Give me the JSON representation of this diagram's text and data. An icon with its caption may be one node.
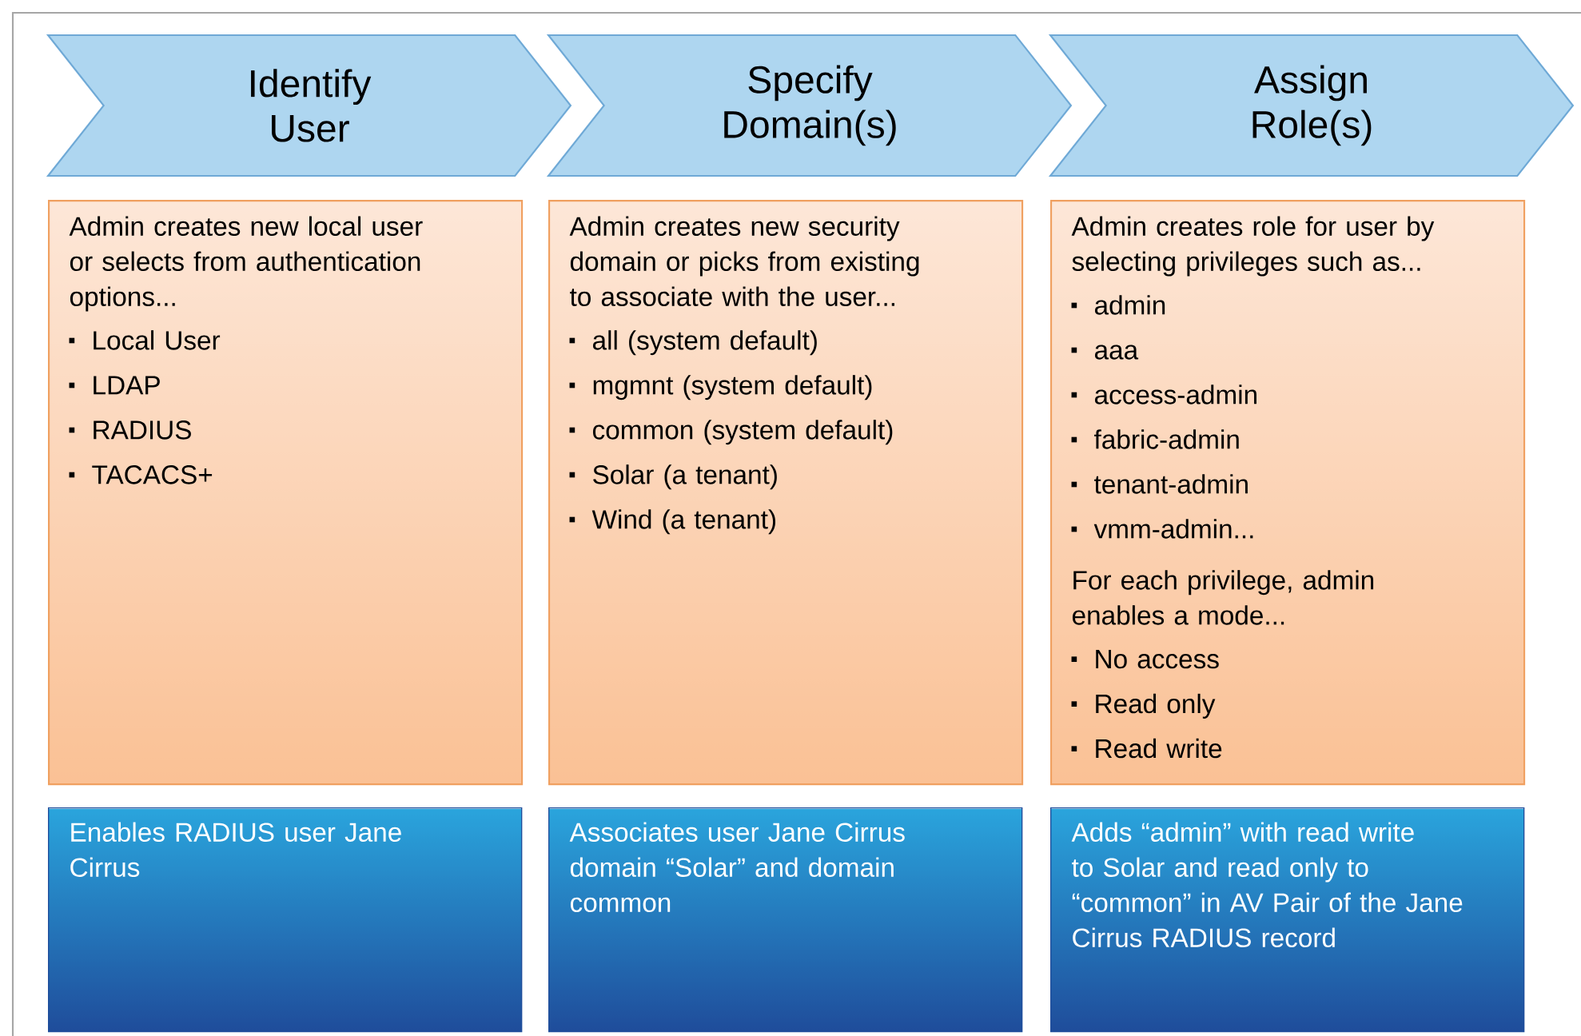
{
  "diagram": {
    "nodes": [
      {
        "text": [
          "Identify User"
        ]
      },
      {
        "text": [
          "Specify Domain(s)"
        ]
      },
      {
        "text": [
          "Assign Role(s)"
        ]
      },
      {
        "text": [
          "Admin creates new local user or selects from authentication options...",
          "Local User",
          "LDAP",
          "RADIUS",
          "TACACS+"
        ]
      },
      {
        "text": [
          "Admin creates new security domain or picks from existing to associate with the user...",
          "all (system default)",
          "mgmnt (system default)",
          "common (system default)",
          "Solar (a tenant)",
          "Wind (a tenant)"
        ]
      },
      {
        "text": [
          "Admin creates role for user by selecting privileges such as...",
          "admin",
          "aaa",
          "access-admin",
          "fabric-admin",
          "tenant-admin",
          "vmm-admin...",
          "For each privilege, admin enables a mode...",
          "No access",
          "Read only",
          "Read write"
        ]
      },
      {
        "text": [
          "Enables RADIUS user Jane Cirrus"
        ]
      },
      {
        "text": [
          "Associates user Jane Cirrus domain “Solar” and domain common"
        ]
      },
      {
        "text": [
          "Adds “admin” with read write to Solar and read only to “common” in AV Pair of the Jane Cirrus RADIUS record"
        ]
      }
    ]
  }
}
